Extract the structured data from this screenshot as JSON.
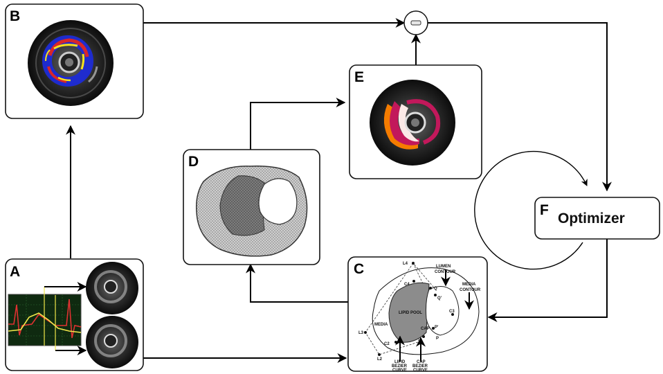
{
  "panels": {
    "a": {
      "letter": "A"
    },
    "b": {
      "letter": "B"
    },
    "c": {
      "letter": "C",
      "labels": {
        "l4": "L4",
        "lumen_contour_1": "LUMEN",
        "lumen_contour_2": "CONTOUR",
        "media_contour_1": "MEDIA",
        "media_contour_2": "CONTOUR",
        "c4": "C4",
        "q": "Q",
        "q_prime": "Q'",
        "lipid_pool": "LIPID POOL",
        "c3": "C3",
        "media": "MEDIA",
        "l3": "L3",
        "cap": "CAP",
        "p_prime": "P'",
        "p": "P",
        "c2": "C2",
        "l2": "L2",
        "lipid_bezier_1": "LIPID",
        "lipid_bezier_2": "BEZIER",
        "lipid_bezier_3": "CURVE",
        "cap_bezier_1": "CAP",
        "cap_bezier_2": "BEZIER",
        "cap_bezier_3": "CURVE"
      }
    },
    "d": {
      "letter": "D"
    },
    "e": {
      "letter": "E"
    },
    "f": {
      "letter": "F",
      "title": "Optimizer"
    }
  },
  "colors": {
    "stroke": "#000000",
    "ivus_dark": "#1a1a1a",
    "elasto_blue": "#1e2bd6",
    "elasto_red": "#d8262a",
    "elasto_yellow": "#f7e21c",
    "strain_magenta": "#c2185b",
    "strain_orange": "#f57c00",
    "ecg_background": "#0f2a10",
    "ecg_red": "#e03131",
    "ecg_yellow": "#f2e84b",
    "ecg_grid": "#2f6b2f",
    "lipid_gray": "#8c8c8c",
    "media_gray": "#c8c8c8"
  },
  "icons": {
    "subtract": "minus-icon",
    "feedback": "circular-arrow-icon"
  }
}
